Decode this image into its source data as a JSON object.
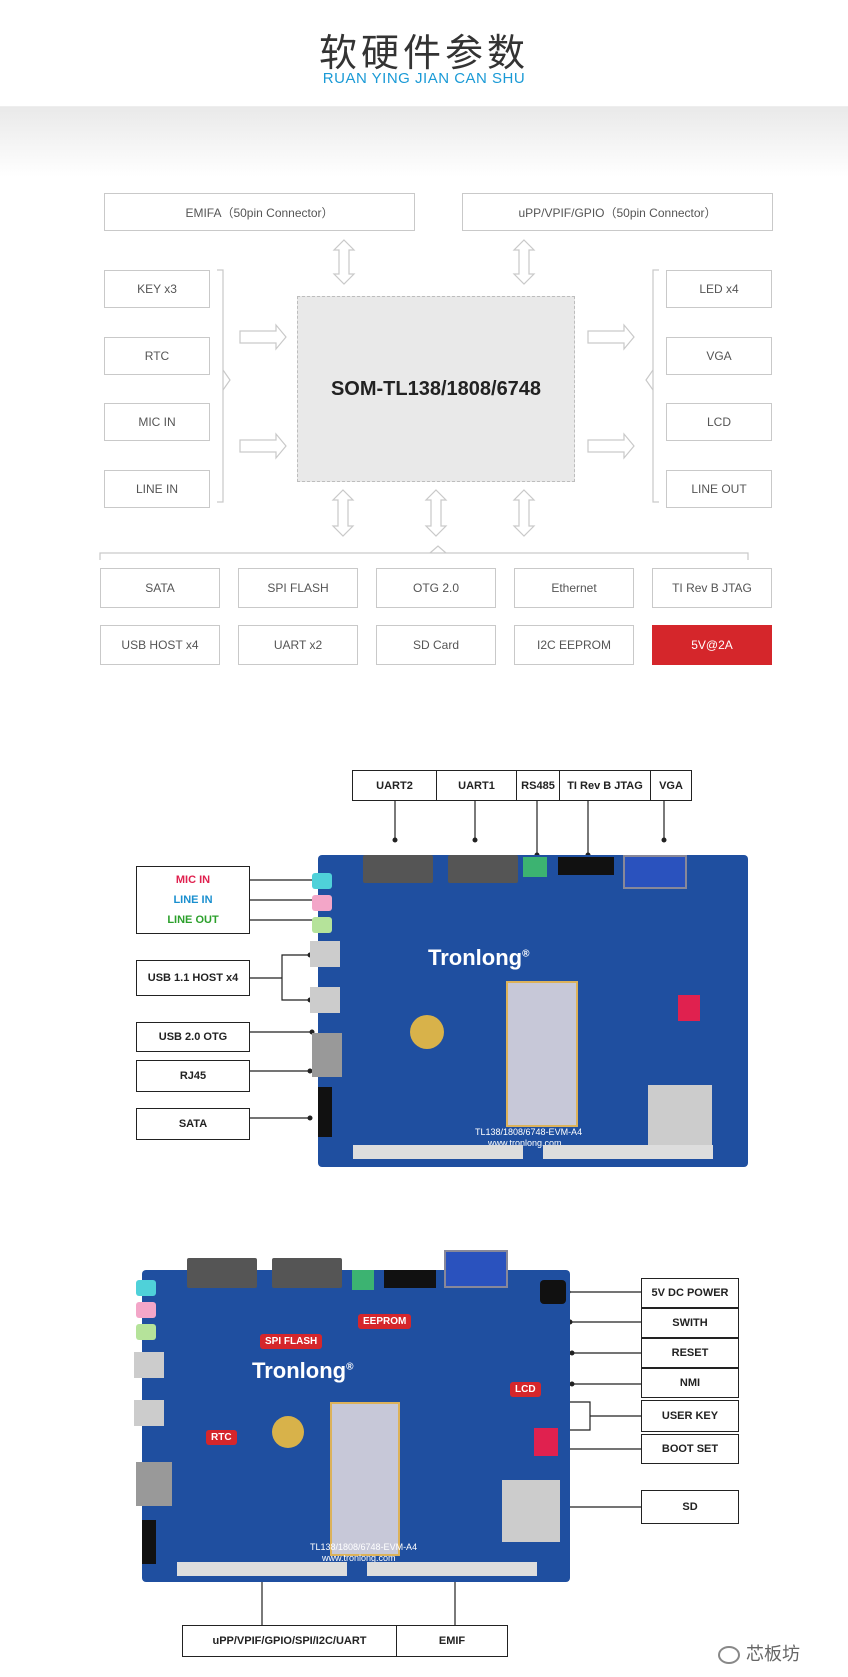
{
  "header": {
    "title": "软硬件参数",
    "subtitle": "RUAN YING JIAN CAN SHU"
  },
  "block_diagram": {
    "top": [
      "EMIFA（50pin Connector）",
      "uPP/VPIF/GPIO（50pin Connector）"
    ],
    "left": [
      "KEY x3",
      "RTC",
      "MIC IN",
      "LINE IN"
    ],
    "right": [
      "LED x4",
      "VGA",
      "LCD",
      "LINE OUT"
    ],
    "center": "SOM-TL138/1808/6748",
    "bottom_row1": [
      "SATA",
      "SPI FLASH",
      "OTG 2.0",
      "Ethernet",
      "TI Rev B JTAG"
    ],
    "bottom_row2": [
      "USB HOST x4",
      "UART x2",
      "SD Card",
      "I2C EEPROM",
      "5V@2A"
    ]
  },
  "board1": {
    "top_labels": [
      "UART2",
      "UART1",
      "RS485",
      "TI Rev B JTAG",
      "VGA"
    ],
    "audio": [
      "MIC IN",
      "LINE IN",
      "LINE OUT"
    ],
    "left_labels": [
      "USB 1.1 HOST x4",
      "USB 2.0 OTG",
      "RJ45",
      "SATA"
    ],
    "brand": "Tronlong",
    "model": "TL138/1808/6748-EVM-A4",
    "url": "www.tronlong.com",
    "colors": {
      "mic": "#e0214f",
      "line_in": "#1a8fcf",
      "line_out": "#2ca02c"
    }
  },
  "board2": {
    "right_labels": [
      "5V DC POWER",
      "SWITH",
      "RESET",
      "NMI",
      "USER KEY",
      "BOOT SET",
      "SD"
    ],
    "bottom_labels": [
      "uPP/VPIF/GPIO/SPI/I2C/UART",
      "EMIF"
    ],
    "tags": [
      "SPI FLASH",
      "EEPROM",
      "LCD",
      "RTC"
    ],
    "brand": "Tronlong",
    "model": "TL138/1808/6748-EVM-A4",
    "url": "www.tronlong.com"
  },
  "watermark": "芯板坊"
}
